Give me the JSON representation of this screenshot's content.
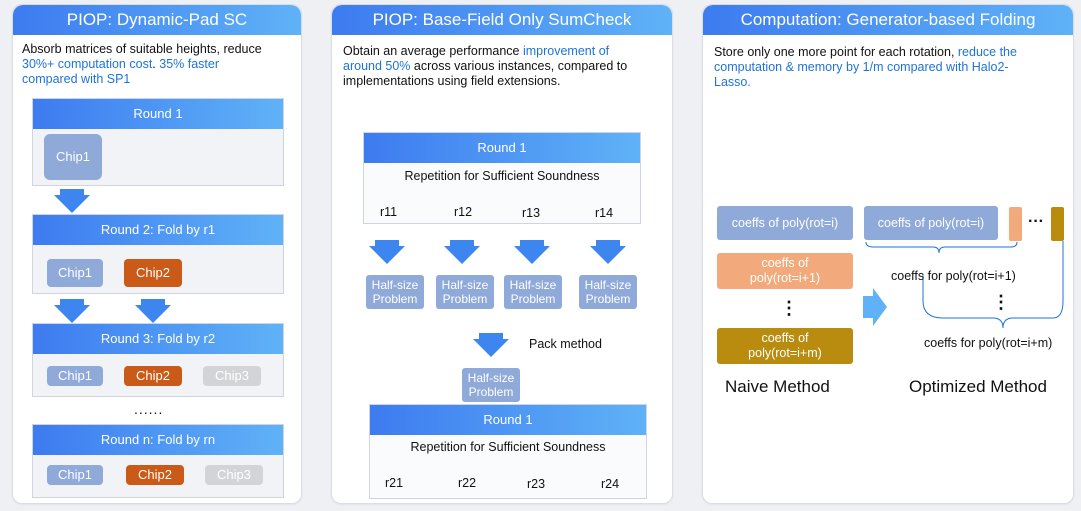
{
  "panel1": {
    "title": "PIOP: Dynamic-Pad SC",
    "desc_a": "Absorb matrices of suitable heights, reduce",
    "desc_b": "30%+ computation cost",
    "desc_c": ". ",
    "desc_d": "35% faster",
    "desc_e": "compared with SP1",
    "round1": "Round 1",
    "round2": "Round 2: Fold by r1",
    "round3": "Round 3: Fold by r2",
    "roundn": "Round n: Fold by rn",
    "dots": "......",
    "chip1": "Chip1",
    "chip2": "Chip2",
    "chip3": "Chip3"
  },
  "panel2": {
    "title": "PIOP:  Base-Field Only SumCheck",
    "desc_a": "Obtain an average performance ",
    "desc_b": "improvement of",
    "desc_c": "around 50%",
    "desc_d": " across various instances, compared to",
    "desc_e": "implementations using field extensions.",
    "round_label": "Round 1",
    "repetition": "Repetition for Sufficient Soundness",
    "r_top": [
      "r11",
      "r12",
      "r13",
      "r14"
    ],
    "r_bottom": [
      "r21",
      "r22",
      "r23",
      "r24"
    ],
    "half_size_1": "Half-size",
    "half_size_2": "Problem",
    "pack_method": "Pack method"
  },
  "panel3": {
    "title": "Computation: Generator-based Folding",
    "desc_a": "Store only one more point for each rotation, ",
    "desc_b": "reduce the",
    "desc_c": "computation & memory by 1/m compared with Halo2-",
    "desc_d": "Lasso.",
    "coeffs_i": "coeffs of poly(rot=i)",
    "coeffs_i1_a": "coeffs of",
    "coeffs_i1_b": "poly(rot=i+1)",
    "coeffs_im_a": "coeffs of",
    "coeffs_im_b": "poly(rot=i+m)",
    "vdots": "⋮",
    "hdots": "···",
    "label_i1": "coeffs for poly(rot=i+1)",
    "label_im": "coeffs for poly(rot=i+m)",
    "naive": "Naive Method",
    "optimized": "Optimized Method"
  },
  "colors": {
    "header_start": "#3d7bf0",
    "header_end": "#5fb2f7",
    "chip_blue": "#8fa9d9",
    "chip_orange": "#c95a17",
    "chip_grey": "#d3d4d7",
    "peach": "#f2a97c",
    "gold": "#b98c10",
    "accent_text": "#1e73d8"
  },
  "icons": [
    "down-arrow-icon",
    "right-arrow-icon",
    "brace-icon"
  ]
}
